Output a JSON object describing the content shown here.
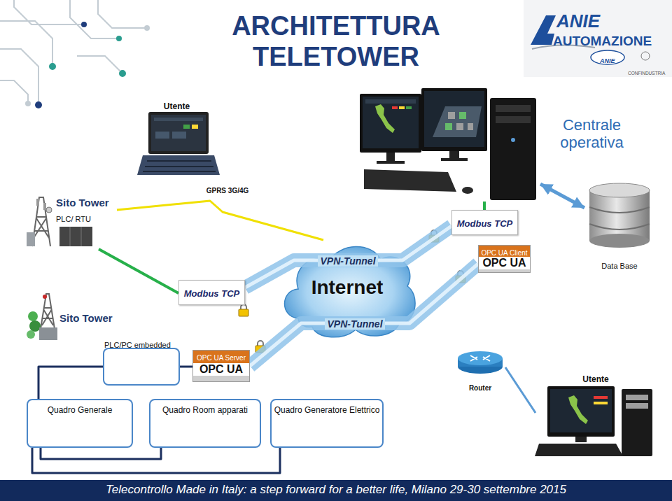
{
  "diagram": {
    "title": "ARCHITETTURA TELETOWER",
    "caption": "Telecontrollo Made in Italy: a step forward for a better life, Milano 29-30 settembre 2015",
    "nodes": [
      {
        "text": [
          "Utente"
        ]
      },
      {
        "text": [
          "Centrale operativa"
        ]
      },
      {
        "text": [
          "Sito Tower",
          "PLC/ RTU"
        ]
      },
      {
        "text": [
          "Modbus TCP"
        ]
      },
      {
        "text": [
          "OPC UA Client",
          "OPC UA"
        ]
      },
      {
        "text": [
          "Data Base"
        ]
      },
      {
        "text": [
          "Modbus TCP"
        ]
      },
      {
        "text": [
          "Internet"
        ]
      },
      {
        "text": [
          "Sito Tower"
        ]
      },
      {
        "text": [
          "PLC/PC embedded"
        ]
      },
      {
        "text": [
          "OPC UA Server",
          "OPC UA"
        ]
      },
      {
        "text": [
          "Router"
        ]
      },
      {
        "text": [
          "Utente"
        ]
      },
      {
        "text": [
          "Quadro Generale"
        ]
      },
      {
        "text": [
          "Quadro Room apparati"
        ]
      },
      {
        "text": [
          "Quadro Generatore Elettrico"
        ]
      }
    ],
    "edges": [
      {
        "from": 2,
        "to": 7,
        "label": "GPRS 3G/4G",
        "arrow": "none"
      },
      {
        "from": 2,
        "to": 6,
        "arrow": "none"
      },
      {
        "from": 6,
        "to": 3,
        "label": "VPN-Tunnel",
        "arrow": "none"
      },
      {
        "from": 10,
        "to": 4,
        "label": "VPN-Tunnel",
        "arrow": "none"
      },
      {
        "from": 3,
        "to": 1,
        "arrow": "none"
      },
      {
        "from": 1,
        "to": 5,
        "arrow": "both"
      },
      {
        "from": 9,
        "to": 10,
        "arrow": "none"
      },
      {
        "from": 9,
        "to": 13,
        "arrow": "none"
      },
      {
        "from": 13,
        "to": 14,
        "arrow": "none"
      },
      {
        "from": 13,
        "to": 15,
        "arrow": "none"
      },
      {
        "from": 11,
        "to": 12,
        "arrow": "none"
      }
    ],
    "labels": [
      "ANIE",
      "AUTOMAZIONE",
      "ANIE",
      "CONFINDUSTRIA"
    ]
  }
}
